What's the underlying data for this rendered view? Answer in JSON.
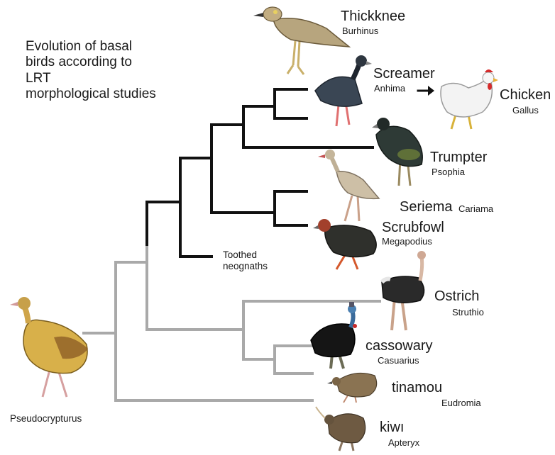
{
  "title": "Evolution of basal\nbirds according to\nLRT\nmorphological studies",
  "colors": {
    "neognath_branch": "#111111",
    "paleognath_branch": "#a9a9a9"
  },
  "labels": {
    "thickknee": "Thickknee",
    "burhinus": "Burhinus",
    "screamer": "Screamer",
    "anhima": "Anhima",
    "chicken": "Chicken",
    "gallus": "Gallus",
    "trumpter": "Trumpter",
    "psophia": "Psophia",
    "seriema": "Seriema",
    "cariama": "Cariama",
    "scrubfowl": "Scrubfowl",
    "megapodius": "Megapodius",
    "toothed_neognaths": "Toothed\nneognaths",
    "ostrich": "Ostrich",
    "struthio": "Struthio",
    "cassowary": "cassowary",
    "casuarius": "Casuarius",
    "tinamou": "tinamou",
    "eudromia": "Eudromia",
    "kiwi": "kiwı",
    "apteryx": "Apteryx",
    "pseudocrypturus": "Pseudocrypturus"
  },
  "birds": [
    {
      "id": "thickknee",
      "icon": "thickknee-bird-icon"
    },
    {
      "id": "screamer",
      "icon": "screamer-bird-icon"
    },
    {
      "id": "chicken",
      "icon": "chicken-bird-icon"
    },
    {
      "id": "trumpter",
      "icon": "trumpeter-bird-icon"
    },
    {
      "id": "seriema",
      "icon": "seriema-bird-icon"
    },
    {
      "id": "scrubfowl",
      "icon": "scrubfowl-bird-icon"
    },
    {
      "id": "ostrich",
      "icon": "ostrich-bird-icon"
    },
    {
      "id": "cassowary",
      "icon": "cassowary-bird-icon"
    },
    {
      "id": "tinamou",
      "icon": "tinamou-bird-icon"
    },
    {
      "id": "kiwi",
      "icon": "kiwi-bird-icon"
    },
    {
      "id": "pseudocrypturus",
      "icon": "pseudocrypturus-bird-icon"
    }
  ]
}
